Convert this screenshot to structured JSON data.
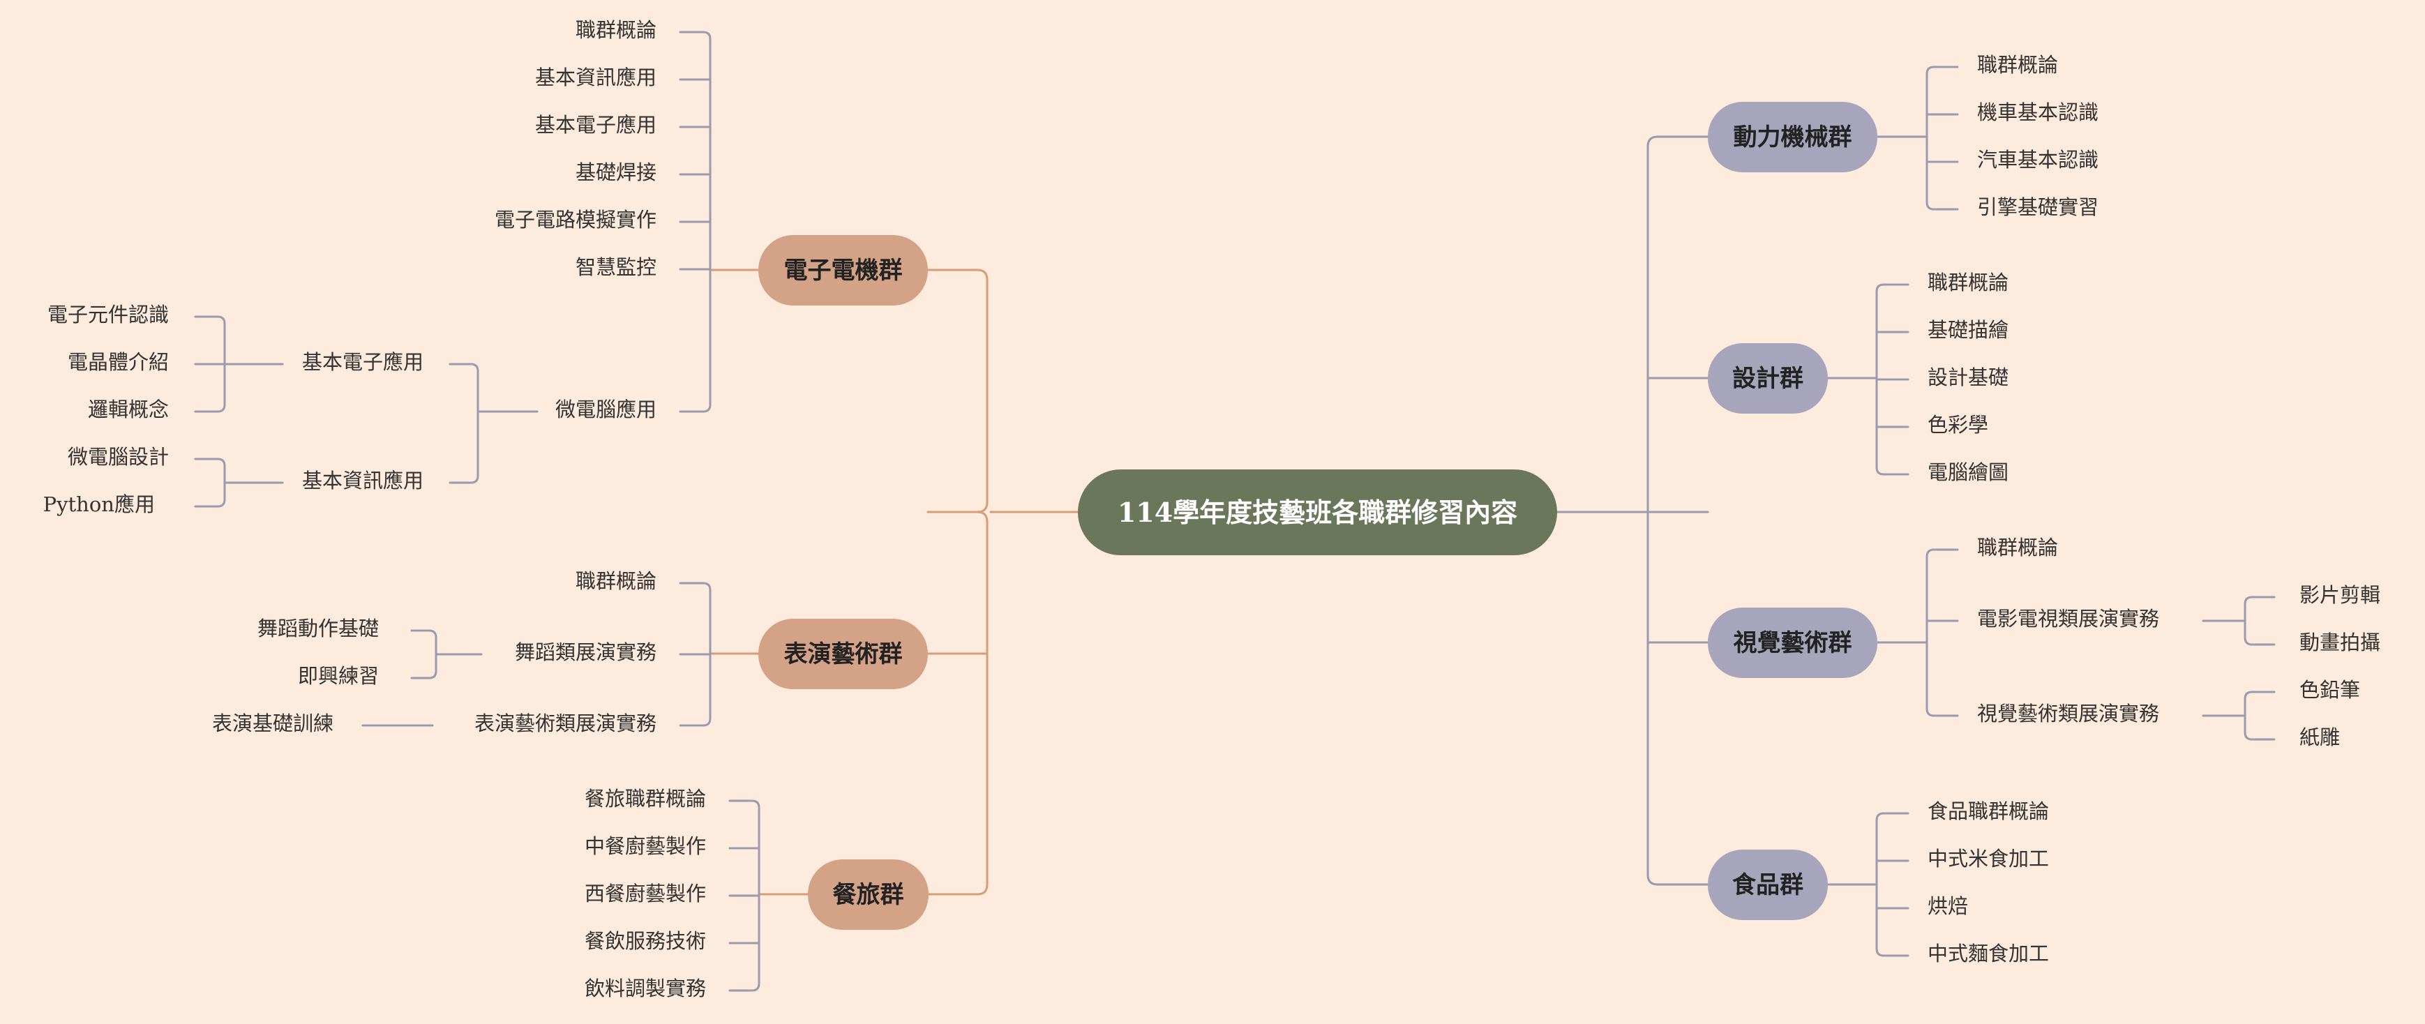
{
  "root": "114學年度技藝班各職群修習內容",
  "colors": {
    "background": "#FDEBDD",
    "root": "#6A775A",
    "left_branch": "#D4A387",
    "right_branch": "#A6A5BB",
    "left_line": "#D89C78",
    "right_line": "#9A9AB0",
    "text": "#333333"
  },
  "electronics": {
    "label": "電子電機群",
    "items": [
      "職群概論",
      "基本資訊應用",
      "基本電子應用",
      "基礎焊接",
      "電子電路模擬實作",
      "智慧監控",
      "微電腦應用"
    ],
    "micro": {
      "basic_electronics": {
        "label": "基本電子應用",
        "children": [
          "電子元件認識",
          "電晶體介紹",
          "邏輯概念"
        ]
      },
      "basic_info": {
        "label": "基本資訊應用",
        "children": [
          "微電腦設計",
          "Python應用"
        ]
      }
    }
  },
  "performing": {
    "label": "表演藝術群",
    "items": [
      "職群概論",
      "舞蹈類展演實務",
      "表演藝術類展演實務"
    ],
    "dance_children": [
      "舞蹈動作基礎",
      "即興練習"
    ],
    "drama_children": [
      "表演基礎訓練"
    ]
  },
  "hospitality": {
    "label": "餐旅群",
    "items": [
      "餐旅職群概論",
      "中餐廚藝製作",
      "西餐廚藝製作",
      "餐飲服務技術",
      "飲料調製實務"
    ]
  },
  "power": {
    "label": "動力機械群",
    "items": [
      "職群概論",
      "機車基本認識",
      "汽車基本認識",
      "引擎基礎實習"
    ]
  },
  "design": {
    "label": "設計群",
    "items": [
      "職群概論",
      "基礎描繪",
      "設計基礎",
      "色彩學",
      "電腦繪圖"
    ]
  },
  "visual": {
    "label": "視覺藝術群",
    "items": [
      "職群概論",
      "電影電視類展演實務",
      "視覺藝術類展演實務"
    ],
    "film_children": [
      "影片剪輯",
      "動畫拍攝"
    ],
    "art_children": [
      "色鉛筆",
      "紙雕"
    ]
  },
  "food": {
    "label": "食品群",
    "items": [
      "食品職群概論",
      "中式米食加工",
      "烘焙",
      "中式麵食加工"
    ]
  }
}
